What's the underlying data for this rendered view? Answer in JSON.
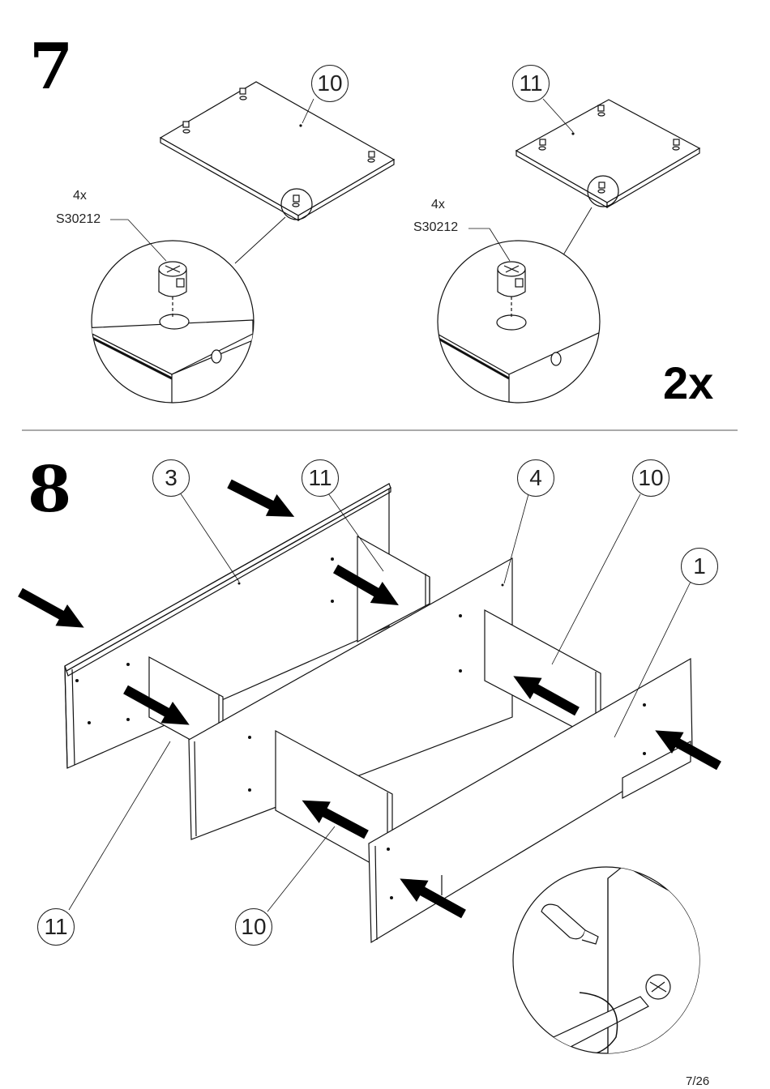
{
  "step7": {
    "number": "7",
    "callouts": {
      "left": "10",
      "right": "11"
    },
    "hardware": {
      "left": {
        "qty": "4x",
        "code": "S30212"
      },
      "right": {
        "qty": "4x",
        "code": "S30212"
      }
    },
    "repeat": "2x"
  },
  "step8": {
    "number": "8",
    "callouts": [
      "3",
      "11",
      "4",
      "10",
      "1",
      "11",
      "10"
    ]
  },
  "footer": {
    "page": "7/26"
  },
  "icons": [
    "cam-lock",
    "screwdriver",
    "dowel",
    "arrow"
  ]
}
